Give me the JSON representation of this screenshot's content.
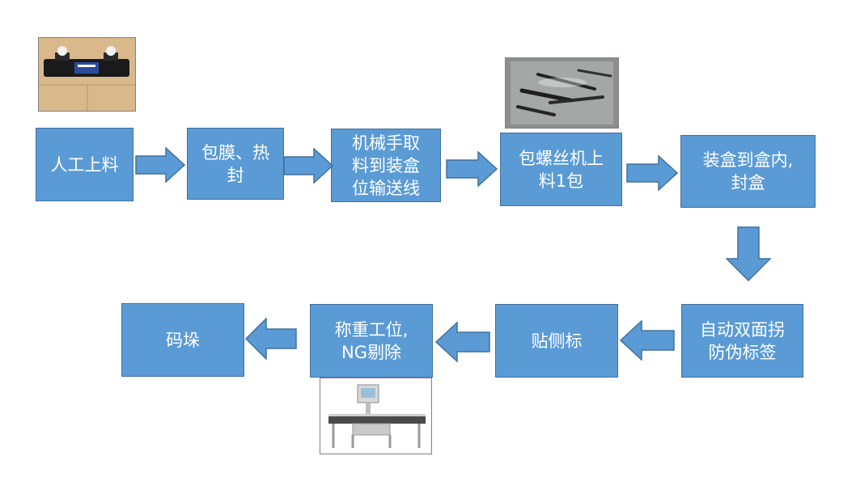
{
  "steps": [
    {
      "label": "人工上料"
    },
    {
      "label": "包膜、热\n封"
    },
    {
      "label": "机械手取\n料到装盒\n位输送线"
    },
    {
      "label": "包螺丝机上\n料1包"
    },
    {
      "label": "装盒到盒内,\n封盒"
    },
    {
      "label": "自动双面拐\n防伪标签"
    },
    {
      "label": "贴侧标"
    },
    {
      "label": "称重工位,\nNG剔除"
    },
    {
      "label": "码垛"
    }
  ],
  "colors": {
    "box": "#5b9bd5",
    "border": "#41719c",
    "text": "#ffffff"
  }
}
